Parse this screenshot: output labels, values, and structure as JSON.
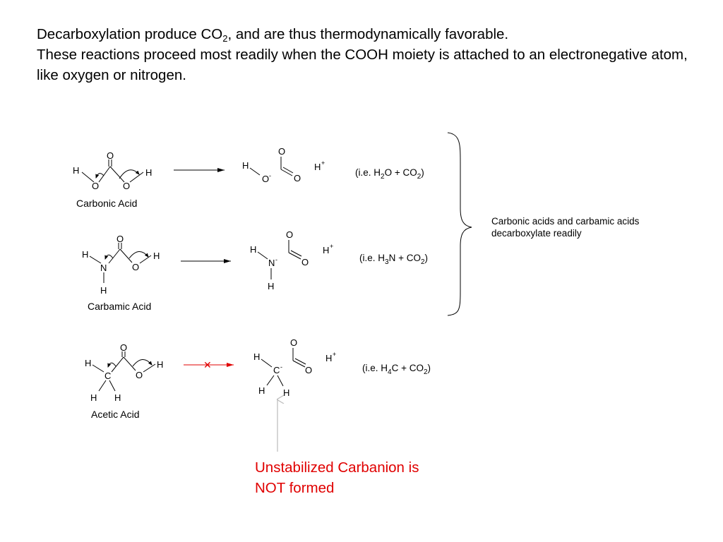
{
  "intro": {
    "line1_before": "Decarboxylation produce CO",
    "line1_sub": "2",
    "line1_after": ", and are thus thermodynamically favorable.",
    "line2": "These reactions proceed most readily when the COOH moiety is attached to an electronegative atom, like oxygen or nitrogen."
  },
  "atoms": {
    "H": "H",
    "O": "O",
    "N": "N",
    "C": "C",
    "minus": "-",
    "plus": "+",
    "cross": "✕"
  },
  "rows": [
    {
      "name": "Carbonic Acid",
      "note_pre": "(i.e. H",
      "note_sub1": "2",
      "note_mid": "O + CO",
      "note_sub2": "2",
      "note_post": ")"
    },
    {
      "name": "Carbamic Acid",
      "note_pre": "(i.e. H",
      "note_sub1": "3",
      "note_mid": "N + CO",
      "note_sub2": "2",
      "note_post": ")"
    },
    {
      "name": "Acetic Acid",
      "note_pre": "(i.e. H",
      "note_sub1": "4",
      "note_mid": "C + CO",
      "note_sub2": "2",
      "note_post": ")"
    }
  ],
  "brace_note": {
    "line1": "Carbonic acids and carbamic acids",
    "line2": "decarboxylate readily"
  },
  "callout": {
    "line1": "Unstabilized Carbanion is",
    "line2": "NOT formed"
  },
  "colors": {
    "text": "#000000",
    "blocked_arrow": "#e00000",
    "callout_text": "#e00000",
    "pointer_arrow": "#bbbbbb"
  }
}
